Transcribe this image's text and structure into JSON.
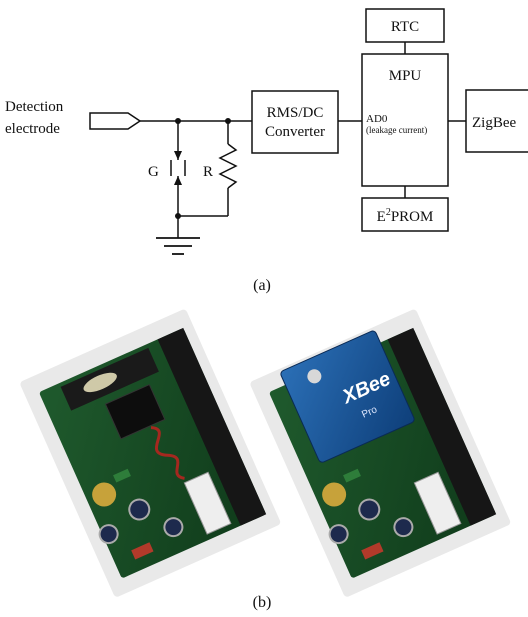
{
  "figure": {
    "panel_a_label": "(a)",
    "panel_b_label": "(b)"
  },
  "circuit": {
    "input_label_line1": "Detection",
    "input_label_line2": "electrode",
    "gap_label": "G",
    "resistor_label": "R",
    "rms_line1": "RMS/DC",
    "rms_line2": "Converter",
    "rtc": "RTC",
    "mpu": "MPU",
    "ad0": "AD0",
    "ad0_sub": "(leakage current)",
    "zigbee": "ZigBee",
    "eeprom_prefix": "E",
    "eeprom_sup": "2",
    "eeprom_suffix": "PROM"
  },
  "photos": {
    "module_right_label_line1": "XBee",
    "module_right_label_line2": "Pro"
  }
}
